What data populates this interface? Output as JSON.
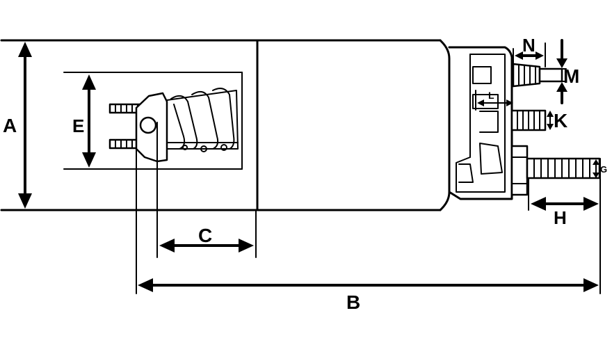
{
  "diagram": {
    "labels": {
      "a": "A",
      "b": "B",
      "c": "C",
      "e": "E",
      "g": "G",
      "h": "H",
      "k": "K",
      "l": "L",
      "m": "M",
      "n": "N"
    },
    "colors": {
      "line": "#000000",
      "background": "#ffffff"
    }
  }
}
